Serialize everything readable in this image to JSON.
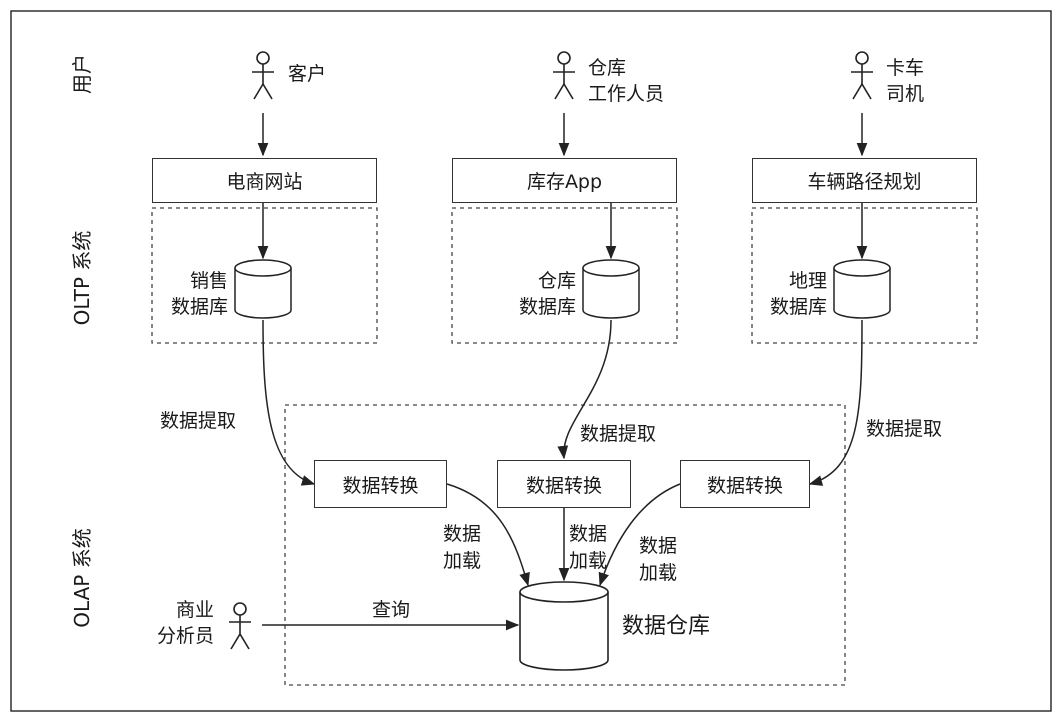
{
  "layers": {
    "users": "用户",
    "oltp": "OLTP 系统",
    "olap": "OLAP 系统"
  },
  "actors": {
    "customer": [
      "客户"
    ],
    "warehouse_staff": [
      "仓库",
      "工作人员"
    ],
    "truck_driver": [
      "卡车",
      "司机"
    ],
    "business_analyst": [
      "商业",
      "分析员"
    ]
  },
  "apps": {
    "ecommerce": "电商网站",
    "inventory": "库存App",
    "routing": "车辆路径规划"
  },
  "databases": {
    "sales": [
      "销售",
      "数据库"
    ],
    "warehouse": [
      "仓库",
      "数据库"
    ],
    "geo": [
      "地理",
      "数据库"
    ]
  },
  "extract_label": "数据提取",
  "transform_label": "数据转换",
  "load_label": [
    "数据",
    "加载"
  ],
  "query_label": "查询",
  "data_warehouse": "数据仓库"
}
